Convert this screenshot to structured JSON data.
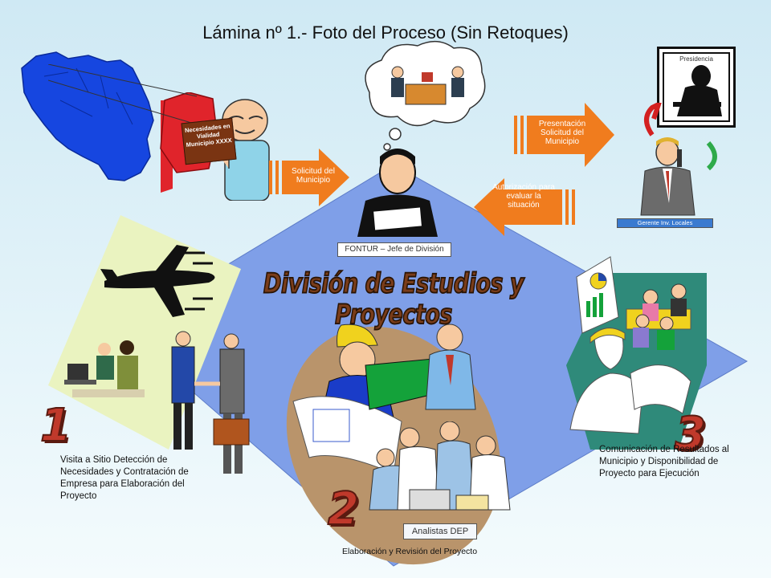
{
  "title": "Lámina nº 1.- Foto del Proceso (Sin Retoques)",
  "map_card": "Necesidades en Vialidad Municipio XXXX",
  "arrows": {
    "solicitud": "Solicitud del Municipio",
    "presentacion": "Presentación Solicitud del Municipio",
    "autorizacion": "Autorización para evaluar la situación"
  },
  "labels": {
    "fontur": "FONTUR – Jefe de División",
    "presidencia": "Presidencia",
    "gerente": "Gerente Inv. Locales",
    "analistas": "Analistas DEP"
  },
  "division_title": "División de Estudios y Proyectos",
  "steps": [
    {
      "number": "1",
      "caption": "Visita a Sitio Detección de Necesidades y Contratación de Empresa para Elaboración del Proyecto"
    },
    {
      "number": "2",
      "caption": "Elaboración y Revisión del Proyecto"
    },
    {
      "number": "3",
      "caption": "Comunicación de Resultados al Municipio y Disponibilidad de Proyecto para Ejecución"
    }
  ],
  "colors": {
    "diamond": "#7f9fe8",
    "arrow": "#f07c1e",
    "map": "#1646e0",
    "region": "#e0242b",
    "oval": "#b9946b",
    "hexagon": "#2f8a7a",
    "panel_left": "#eaf3c0"
  }
}
